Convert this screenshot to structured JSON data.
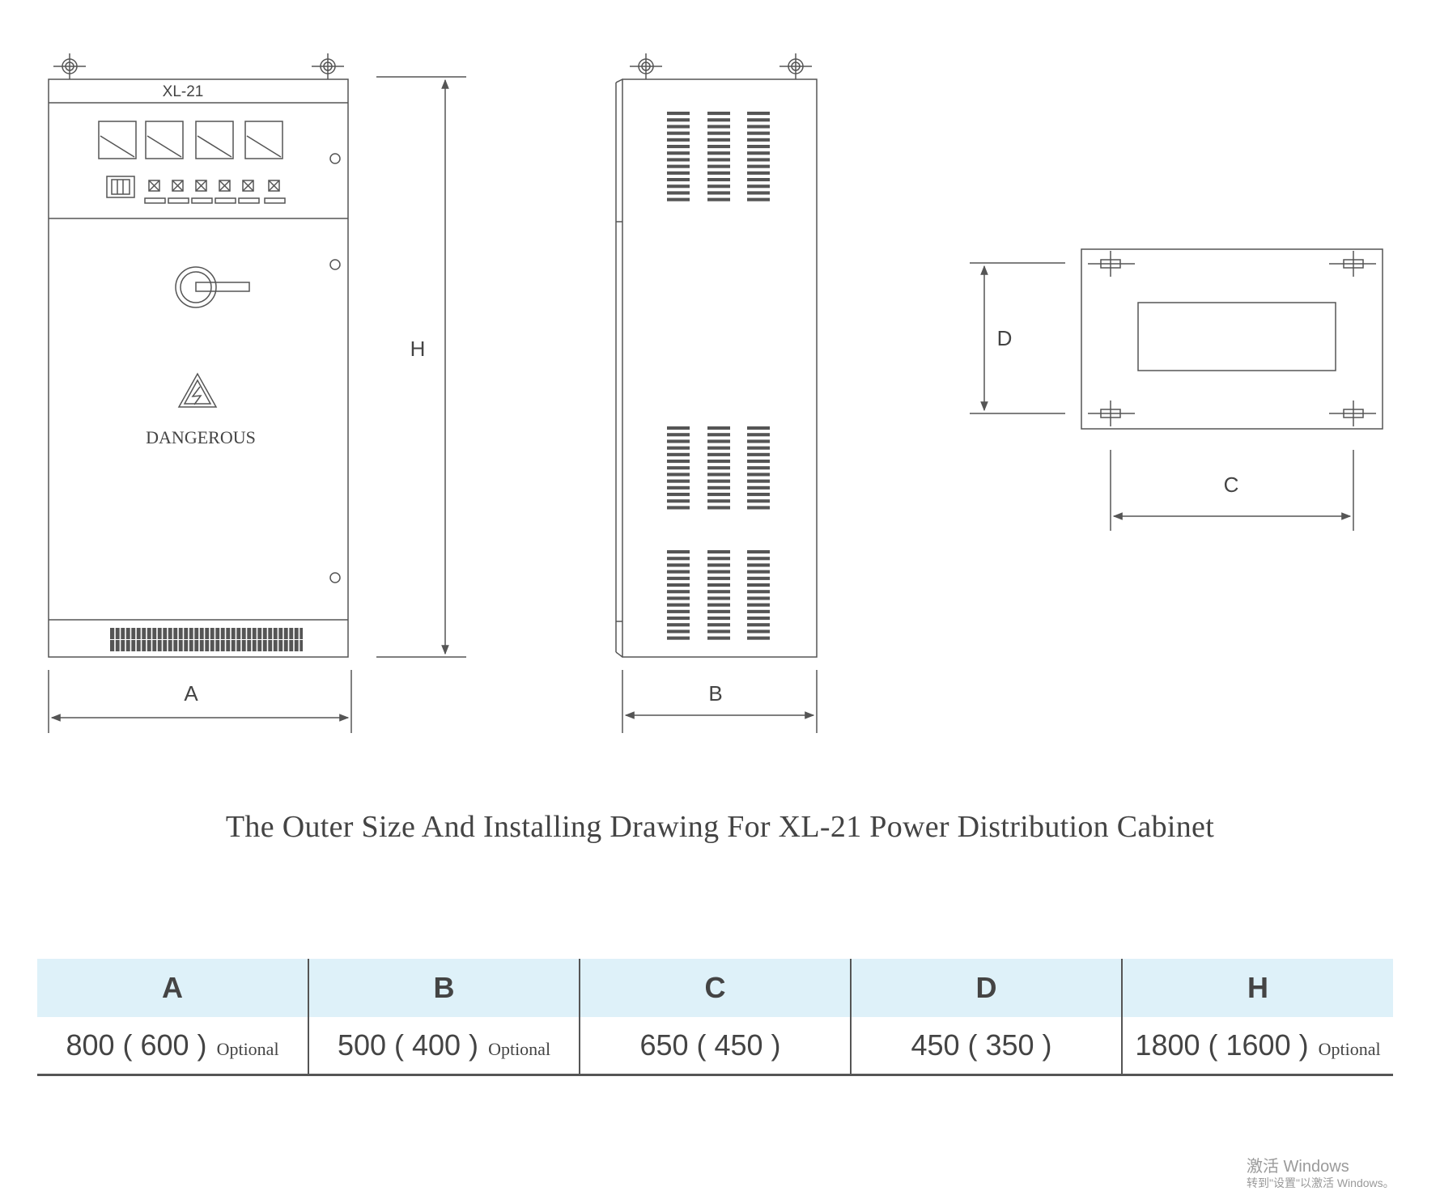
{
  "front_view": {
    "model_label": "XL-21",
    "warning_text": "DANGEROUS",
    "dim_width": "A",
    "dim_height": "H"
  },
  "side_view": {
    "dim_width": "B"
  },
  "base_view": {
    "dim_depth": "D",
    "dim_width": "C"
  },
  "caption": "The Outer Size And Installing Drawing For XL-21 Power Distribution Cabinet",
  "table": {
    "headers": [
      "A",
      "B",
      "C",
      "D",
      "H"
    ],
    "values": [
      {
        "main": "800 ( 600 )",
        "note": "Optional"
      },
      {
        "main": "500 ( 400 )",
        "note": "Optional"
      },
      {
        "main": "650 ( 450 )",
        "note": ""
      },
      {
        "main": "450 ( 350 )",
        "note": ""
      },
      {
        "main": "1800 ( 1600 )",
        "note": "Optional"
      }
    ]
  },
  "watermark": {
    "line1": "激活 Windows",
    "line2": "转到\"设置\"以激活 Windows。"
  },
  "colors": {
    "line": "#555555",
    "header_bg": "#def1f9",
    "text": "#444444"
  }
}
